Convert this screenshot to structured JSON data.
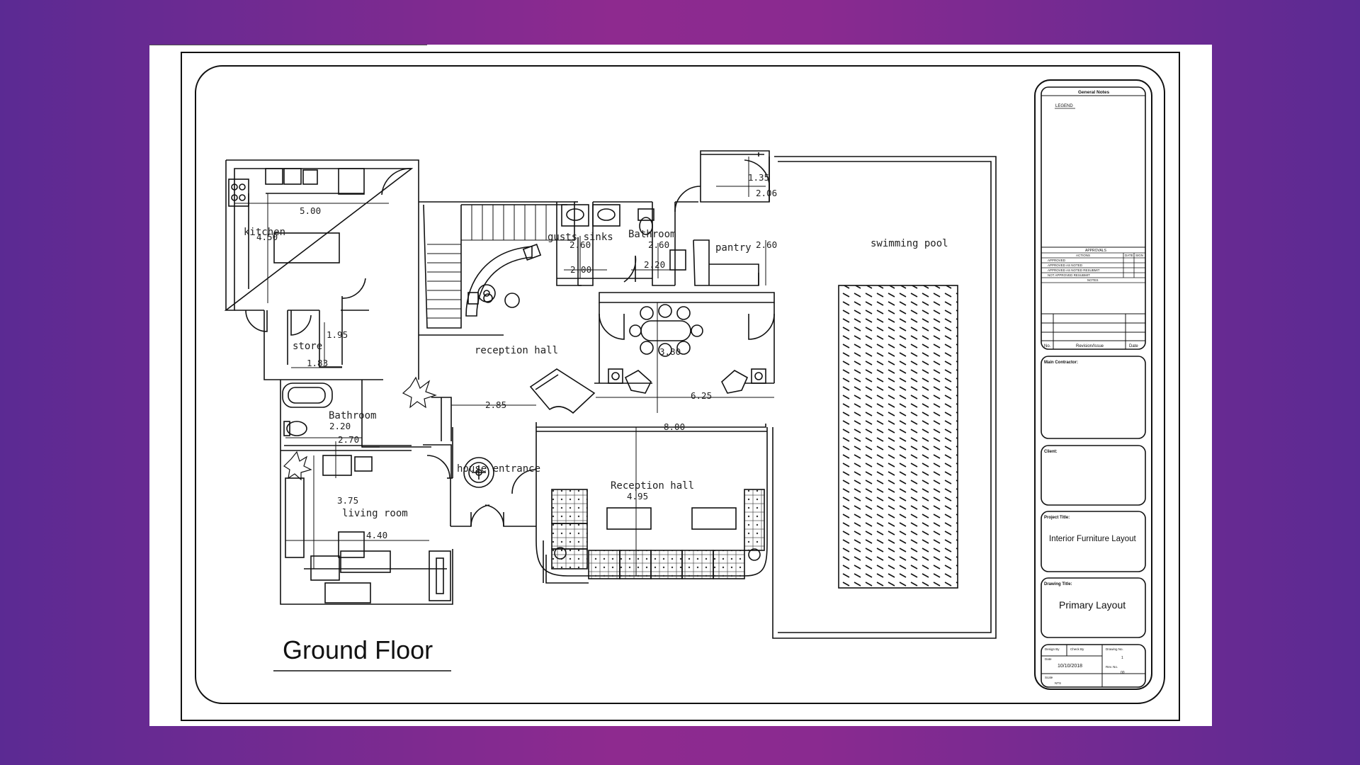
{
  "drawing": {
    "title": "Ground Floor",
    "rooms": {
      "kitchen": "kitchen",
      "store": "store",
      "bathroom_left": "Bathroom",
      "living_room": "living room",
      "reception_hall_upper": "reception hall",
      "house_entrance": "house entrance",
      "reception_hall_lower": "Reception hall",
      "gusts_sinks": "gusts sinks",
      "bathroom_right": "Bathroom",
      "pantry": "pantry",
      "swimming_pool": "swimming pool"
    },
    "dimensions": {
      "kitchen_width": "5.00",
      "kitchen_depth": "4.50",
      "store_depth": "1.95",
      "store_width": "1.83",
      "bath_left_depth": "2.20",
      "bath_left_width": "2.70",
      "living_depth": "3.75",
      "living_width": "4.40",
      "entrance_width": "2.85",
      "sinks_depth": "2.60",
      "sinks_width": "2.00",
      "bath_right_depth": "2.60",
      "bath_right_width": "2.20",
      "pantry_depth": "2.60",
      "small_room_depth": "1.35",
      "small_room_width": "2.06",
      "dining_depth": "3.80",
      "dining_width": "6.25",
      "reception_width": "8.00",
      "reception_depth": "4.95"
    }
  },
  "title_block": {
    "general_notes": "General Notes",
    "legend": "LEGEND",
    "approvals": "APPROVALS",
    "actions": "ACTIONS",
    "date": "DATE",
    "sign": "SIGN",
    "approval_rows": [
      "APPROVED",
      "APPROVED AS NOTED",
      "APPROVED AS NOTED RESUBMIT",
      "NOT APPROVED RESUBMIT"
    ],
    "notes": "NOTES",
    "rev_no": "No.",
    "revision_issue": "Revision/Issue",
    "rev_date": "Date",
    "main_contractor": "Main Contractor:",
    "client": "Client:",
    "project_title_label": "Project Title:",
    "project_title": "Interior Furniture Layout",
    "drawing_title_label": "Drawing Title:",
    "drawing_title": "Primary Layout",
    "design_by": "Design By",
    "check_by": "Check By",
    "drawing_no_label": "Drawing No.",
    "drawing_no": "1",
    "date_label": "Date",
    "date_value": "10/10/2018",
    "scale_label": "Scale",
    "scale_value": "NTS",
    "rev_no_label": "Rev. No.",
    "rev_no_value": "00"
  },
  "colors": {
    "background_left": "#5b2a93",
    "background_mid": "#8e2a8f",
    "sheet": "#ffffff",
    "ink": "#111111"
  }
}
